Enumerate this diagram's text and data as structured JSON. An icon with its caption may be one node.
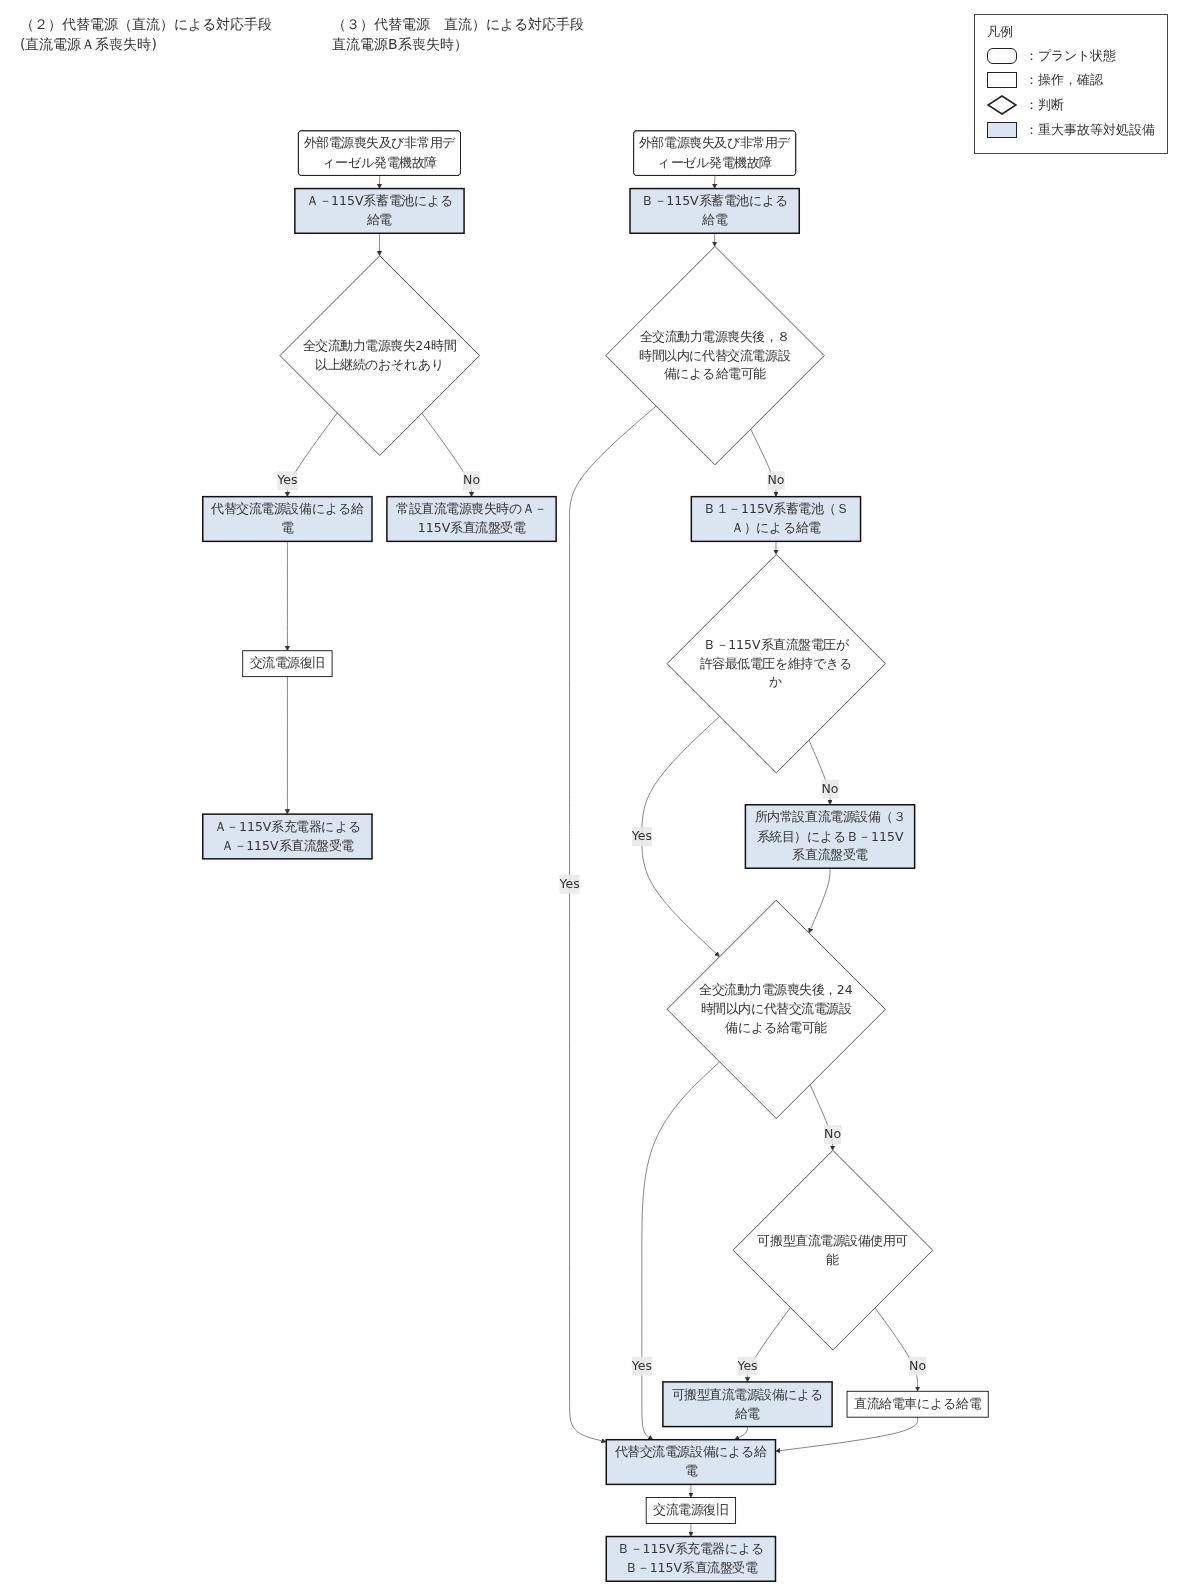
{
  "diagram": {
    "nodes": [
      {
        "text": [
          "外部電源喪失及び非常用ディーゼル発電機故障"
        ]
      },
      {
        "text": [
          "Ａ－115V系蓄電池による給電"
        ]
      },
      {
        "text": [
          "全交流動力電源喪失24時間以上継続のおそれあり"
        ]
      },
      {
        "text": [
          "代替交流電源設備による給電"
        ]
      },
      {
        "text": [
          "常設直流電源喪失時のＡ－115V系直流盤受電"
        ]
      },
      {
        "text": [
          "交流電源復旧"
        ]
      },
      {
        "text": [
          "Ａ－115V系充電器によるＡ－115V系直流盤受電"
        ]
      },
      {
        "text": [
          "外部電源喪失及び非常用ディーゼル発電機故障"
        ]
      },
      {
        "text": [
          "Ｂ－115V系蓄電池による給電"
        ]
      },
      {
        "text": [
          "全交流動力電源喪失後，８時間以内に代替交流電源設備による給電可能"
        ]
      },
      {
        "text": [
          "Ｂ１－115V系蓄電池（ＳＡ）による給電"
        ]
      },
      {
        "text": [
          "Ｂ－115V系直流盤電圧が許容最低電圧を維持できるか"
        ]
      },
      {
        "text": [
          "所内常設直流電源設備（３系統目）によるＢ－115V系直流盤受電"
        ]
      },
      {
        "text": [
          "全交流動力電源喪失後，24時間以内に代替交流電源設備による給電可能"
        ]
      },
      {
        "text": [
          "可搬型直流電源設備使用可能"
        ]
      },
      {
        "text": [
          "可搬型直流電源設備による給電"
        ]
      },
      {
        "text": [
          "直流給電車による給電"
        ]
      },
      {
        "text": [
          "代替交流電源設備による給電"
        ]
      },
      {
        "text": [
          "交流電源復旧"
        ]
      },
      {
        "text": [
          "Ｂ－115V系充電器によるＢ－115V系直流盤受電"
        ]
      }
    ],
    "edges": [
      {
        "from": 0,
        "to": 1,
        "arrow": "to"
      },
      {
        "from": 1,
        "to": 2,
        "arrow": "to"
      },
      {
        "from": 2,
        "to": 3,
        "arrow": "to",
        "label": "Yes"
      },
      {
        "from": 2,
        "to": 4,
        "arrow": "to",
        "label": "No"
      },
      {
        "from": 3,
        "to": 5,
        "arrow": "to"
      },
      {
        "from": 5,
        "to": 6,
        "arrow": "to"
      },
      {
        "from": 7,
        "to": 8,
        "arrow": "to"
      },
      {
        "from": 8,
        "to": 9,
        "arrow": "to"
      },
      {
        "from": 9,
        "to": 10,
        "arrow": "to",
        "label": "No"
      },
      {
        "from": 9,
        "to": 17,
        "arrow": "to",
        "label": "Yes"
      },
      {
        "from": 10,
        "to": 11,
        "arrow": "to"
      },
      {
        "from": 11,
        "to": 13,
        "arrow": "to",
        "label": "Yes"
      },
      {
        "from": 11,
        "to": 12,
        "arrow": "to",
        "label": "No"
      },
      {
        "from": 12,
        "to": 13,
        "arrow": "to"
      },
      {
        "from": 13,
        "to": 14,
        "arrow": "to",
        "label": "No"
      },
      {
        "from": 13,
        "to": 17,
        "arrow": "to",
        "label": "Yes"
      },
      {
        "from": 14,
        "to": 15,
        "arrow": "to",
        "label": "Yes"
      },
      {
        "from": 14,
        "to": 16,
        "arrow": "to",
        "label": "No"
      },
      {
        "from": 15,
        "to": 17,
        "arrow": "to"
      },
      {
        "from": 16,
        "to": 17,
        "arrow": "to"
      },
      {
        "from": 17,
        "to": 18,
        "arrow": "to"
      },
      {
        "from": 18,
        "to": 19,
        "arrow": "to"
      }
    ],
    "labels": [
      "（２）代替電源（直流）による対応手段",
      "(直流電源Ａ系喪失時)",
      "（３）代替電源　直流）による対応手段",
      "直流電源B系喪失時）",
      "凡例"
    ],
    "legend": [
      {
        "text": "：プラント状態"
      },
      {
        "text": "：操作，確認"
      },
      {
        "text": "：判断"
      },
      {
        "text": "：重大事故等対処設備",
        "color": "#dbe5f1"
      }
    ]
  }
}
